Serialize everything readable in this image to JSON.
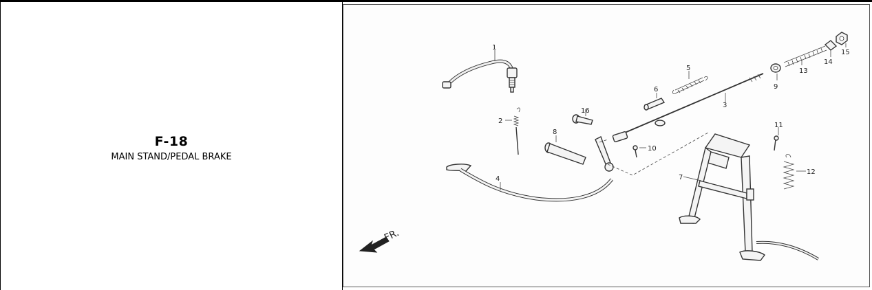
{
  "section": {
    "code": "F-18",
    "title": "MAIN STAND/PEDAL BRAKE"
  },
  "diagram": {
    "direction_label": "FR.",
    "callouts": [
      "1",
      "2",
      "3",
      "4",
      "5",
      "6",
      "7",
      "8",
      "9",
      "10",
      "11",
      "12",
      "13",
      "14",
      "15",
      "16"
    ]
  }
}
